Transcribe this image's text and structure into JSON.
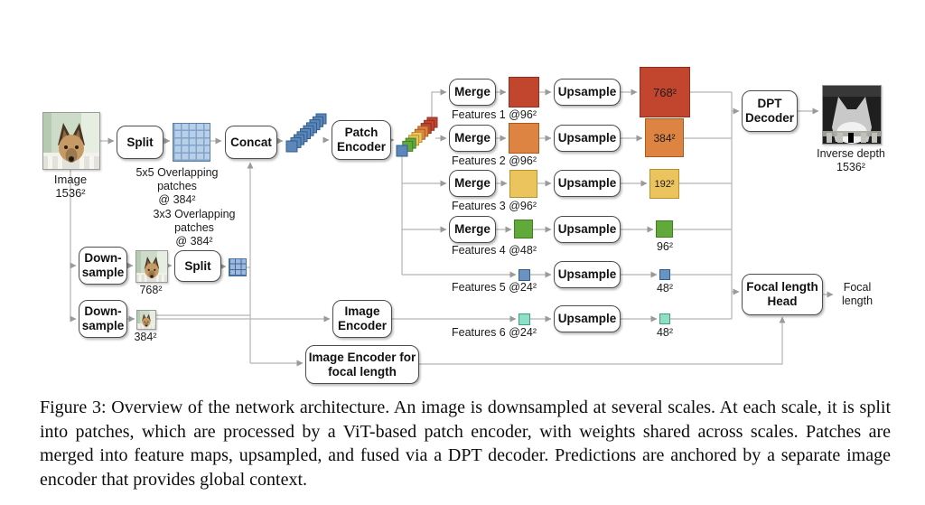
{
  "caption": "Figure 3: Overview of the network architecture. An image is downsampled at several scales. At each scale, it is split into patches, which are processed by a ViT-based patch encoder, with weights shared across scales. Patches are merged into feature maps, upsampled, and fused via a DPT decoder. Predictions are anchored by a separate image encoder that provides global context.",
  "input": {
    "label": "Image",
    "size": "1536²"
  },
  "nodes": {
    "split": "Split",
    "concat": "Concat",
    "patch_encoder": "Patch Encoder",
    "downsample1": "Down-sample",
    "split2": "Split",
    "downsample2": "Down-sample",
    "image_encoder": "Image Encoder",
    "image_encoder_focal": "Image Encoder for focal length",
    "dpt_decoder": "DPT Decoder",
    "focal_head": "Focal length Head"
  },
  "patches5_lines": [
    "5x5 Overlapping",
    "patches",
    "@ 384²"
  ],
  "patches3_lines": [
    "3x3 Overlapping",
    "patches",
    "@ 384²"
  ],
  "downsample1_size": "768²",
  "downsample2_size": "384²",
  "rows": [
    {
      "merge": "Merge",
      "features": "Features 1 @96²",
      "upsample": "Upsample",
      "out": "768²"
    },
    {
      "merge": "Merge",
      "features": "Features 2 @96²",
      "upsample": "Upsample",
      "out": "384²"
    },
    {
      "merge": "Merge",
      "features": "Features 3 @96²",
      "upsample": "Upsample",
      "out": "192²"
    },
    {
      "merge": "Merge",
      "features": "Features 4 @48²",
      "upsample": "Upsample",
      "out": "96²"
    },
    {
      "features": "Features 5 @24²",
      "upsample": "Upsample",
      "out": "48²"
    },
    {
      "features": "Features 6 @24²",
      "upsample": "Upsample",
      "out": "48²"
    }
  ],
  "output": {
    "label": "Inverse depth",
    "size": "1536²"
  },
  "focal_out_lines": [
    "Focal",
    "length"
  ],
  "colors": {
    "red": "#c2452e",
    "orange": "#dd8443",
    "yellow": "#ecc45e",
    "green": "#62a93c",
    "blue": "#6a93bf",
    "teal": "#8fdec7",
    "patch_grid": "#b9cfe8",
    "wire": "#b5b5b5"
  }
}
